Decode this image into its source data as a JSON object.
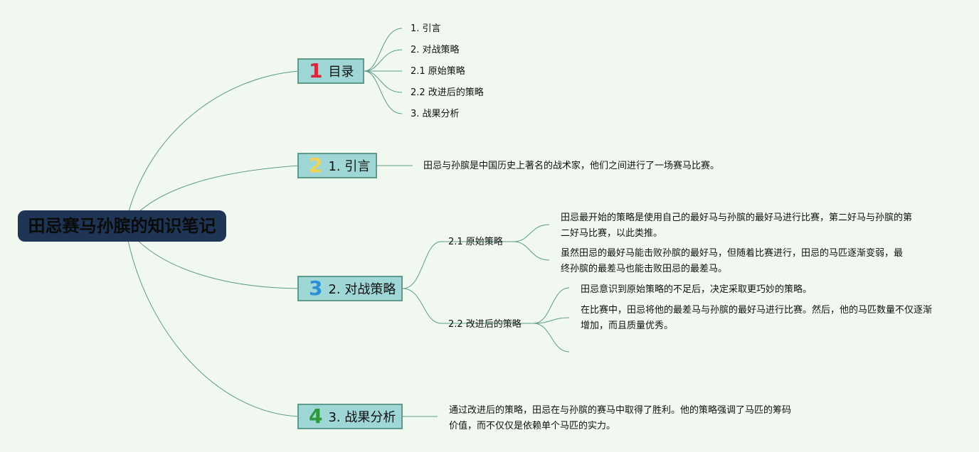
{
  "root": {
    "title": "田忌赛马孙膑的知识笔记"
  },
  "branches": [
    {
      "number": "1",
      "number_color": "#d9283a",
      "label": "目录",
      "children": [
        "1. 引言",
        "2. 对战策略",
        "2.1 原始策略",
        "2.2 改进后的策略",
        "3. 战果分析"
      ]
    },
    {
      "number": "2",
      "number_color": "#f2d255",
      "label": "1. 引言",
      "text": "田忌与孙膑是中国历史上著名的战术家，他们之间进行了一场赛马比赛。"
    },
    {
      "number": "3",
      "number_color": "#2d8fd8",
      "label": "2. 对战策略",
      "subs": [
        {
          "label": "2.1 原始策略",
          "items": [
            "田忌最开始的策略是使用自己的最好马与孙膑的最好马进行比赛，第二好马与孙膑的第二好马比赛，以此类推。",
            "虽然田忌的最好马能击败孙膑的最好马，但随着比赛进行，田忌的马匹逐渐变弱，最终孙膑的最差马也能击败田忌的最差马。"
          ]
        },
        {
          "label": "2.2 改进后的策略",
          "items": [
            "田忌意识到原始策略的不足后，决定采取更巧妙的策略。",
            "在比赛中，田忌将他的最差马与孙膑的最好马进行比赛。然后，他的马匹数量不仅逐渐增加，而且质量优秀。"
          ]
        }
      ]
    },
    {
      "number": "4",
      "number_color": "#2a9a3a",
      "label": "3. 战果分析",
      "text": "通过改进后的策略，田忌在与孙膑的赛马中取得了胜利。他的策略强调了马匹的筹码价值，而不仅仅是依赖单个马匹的实力。"
    }
  ]
}
